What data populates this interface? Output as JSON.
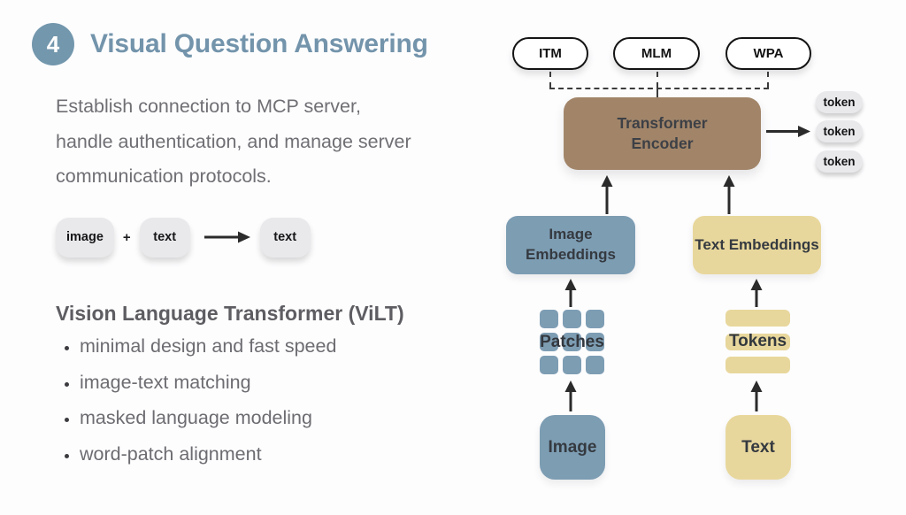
{
  "colors": {
    "accent_blue": "#7394ab",
    "badge_blue": "#7397ad",
    "steel_blue": "#7d9db3",
    "sand_yellow": "#e8d79c",
    "encoder_brown": "#a28569"
  },
  "header": {
    "step_number": "4",
    "title": "Visual Question Answering"
  },
  "description": "Establish connection to MCP server,\nhandle authentication, and manage server\ncommunication protocols.",
  "io_example": {
    "input_image": "image",
    "plus": "+",
    "input_text": "text",
    "output": "text"
  },
  "vilt": {
    "heading": "Vision Language Transformer (ViLT)",
    "bullets": [
      "minimal design and fast speed",
      "image-text matching",
      "masked language modeling",
      "word-patch alignment"
    ]
  },
  "architecture": {
    "objectives": [
      "ITM",
      "MLM",
      "WPA"
    ],
    "encoder_label": "Transformer\nEncoder",
    "output_tokens": [
      "token",
      "token",
      "token"
    ],
    "image_branch": {
      "embeddings_label": "Image\nEmbeddings",
      "patches_label": "Patches",
      "source_label": "Image"
    },
    "text_branch": {
      "embeddings_label": "Text Embeddings",
      "tokens_label": "Tokens",
      "source_label": "Text"
    }
  }
}
